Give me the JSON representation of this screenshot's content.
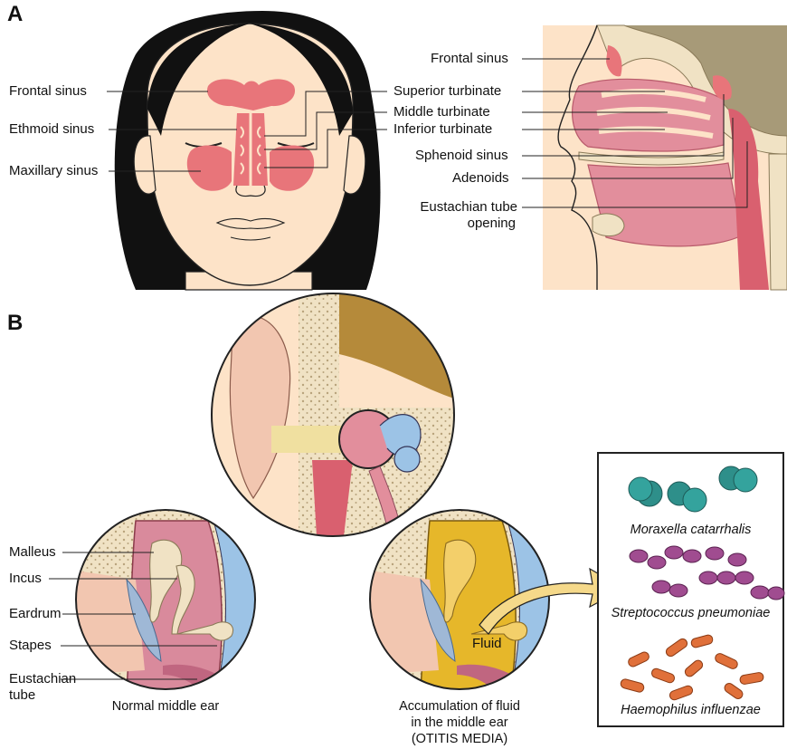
{
  "panels": {
    "a": "A",
    "b": "B"
  },
  "panel_a": {
    "face_labels": {
      "frontal_sinus": "Frontal sinus",
      "ethmoid_sinus": "Ethmoid sinus",
      "maxillary_sinus": "Maxillary sinus"
    },
    "center_labels": {
      "superior_turbinate": "Superior turbinate",
      "middle_turbinate": "Middle turbinate",
      "inferior_turbinate": "Inferior turbinate"
    },
    "side_labels": {
      "frontal_sinus": "Frontal sinus",
      "sphenoid_sinus": "Sphenoid sinus",
      "adenoids": "Adenoids",
      "eustachian_line1": "Eustachian tube",
      "eustachian_line2": "opening"
    }
  },
  "panel_b": {
    "ear_labels": {
      "malleus": "Malleus",
      "incus": "Incus",
      "eardrum": "Eardrum",
      "stapes": "Stapes",
      "eustachian_line1": "Eustachian",
      "eustachian_line2": "tube"
    },
    "captions": {
      "normal": "Normal middle ear",
      "otitis_line1": "Accumulation of fluid",
      "otitis_line2": "in the middle ear",
      "otitis_line3": "(OTITIS MEDIA)"
    },
    "fluid_label": "Fluid",
    "bacteria": {
      "moraxella": "Moraxella catarrhalis",
      "streptococcus": "Streptococcus pneumoniae",
      "haemophilus": "Haemophilus influenzae"
    }
  },
  "colors": {
    "skin": "#fde3c8",
    "hair": "#111111",
    "sinus": "#e8757a",
    "tissue": "#e28e9c",
    "bone": "#f0e2c4",
    "brain": "#a79a78",
    "ear_blue": "#9cc3e6",
    "fluid": "#e6b72a",
    "moraxella": "#2e8f8a",
    "streptococcus": "#a04c90",
    "haemophilus": "#e0703a"
  }
}
